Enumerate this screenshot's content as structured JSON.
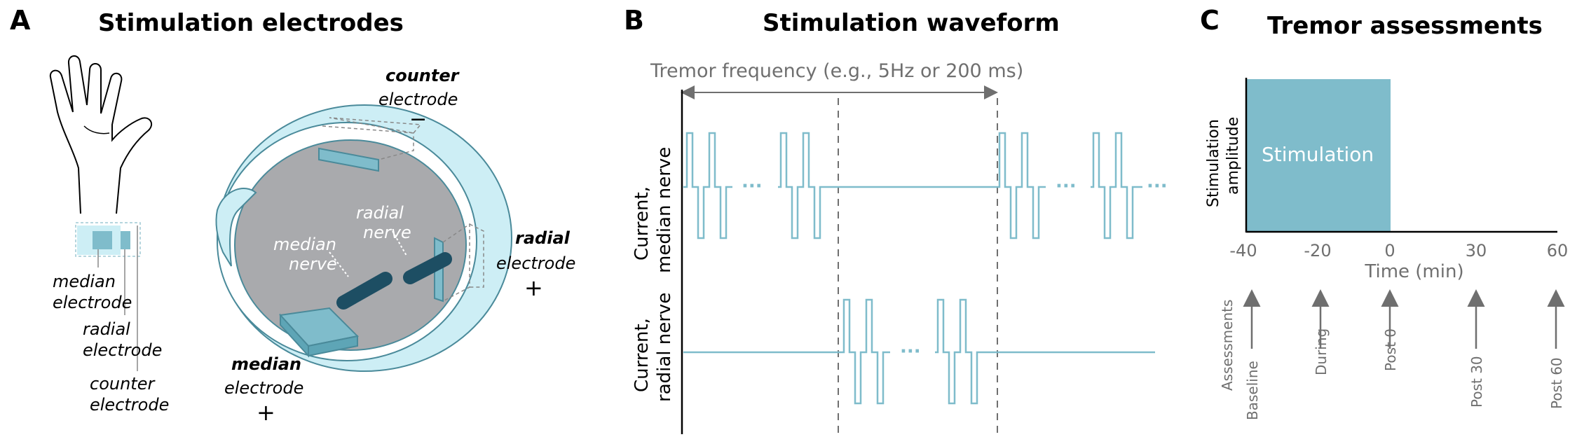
{
  "panel_a": {
    "letter": "A",
    "title": "Stimulation electrodes",
    "hand_labels": {
      "median_1": "median",
      "median_2": "electrode",
      "radial_1": "radial",
      "radial_2": "electrode",
      "counter_1": "counter",
      "counter_2": "electrode"
    },
    "band_labels": {
      "counter_bold": "counter",
      "counter_sub": "electrode",
      "counter_sign": "−",
      "radial_bold": "radial",
      "radial_sub": "electrode",
      "radial_sign": "+",
      "median_bold": "median",
      "median_sub": "electrode",
      "median_sign": "+",
      "median_nerve_1": "median",
      "median_nerve_2": "nerve",
      "radial_nerve_1": "radial",
      "radial_nerve_2": "nerve"
    }
  },
  "panel_b": {
    "letter": "B",
    "title": "Stimulation waveform",
    "period_label": "Tremor frequency (e.g., 5Hz or 200 ms)",
    "row1_label_1": "Current,",
    "row1_label_2": "median nerve",
    "row2_label_1": "Current,",
    "row2_label_2": "radial nerve",
    "ellipsis": "···"
  },
  "panel_c": {
    "letter": "C",
    "title": "Tremor assessments",
    "y_label_1": "Stimulation",
    "y_label_2": "amplitude",
    "block_label": "Stimulation",
    "x_label": "Time (min)",
    "ticks": [
      "-40",
      "-20",
      "0",
      "30",
      "60"
    ],
    "assessments_label": "Assessments",
    "assessments": [
      "Baseline",
      "During",
      "Post 0",
      "Post 30",
      "Post 60"
    ]
  },
  "colors": {
    "accent": "#7fbccb",
    "light": "#cdeef5",
    "dark_nerve": "#1d4e63",
    "grey": "#6f6f6f"
  }
}
